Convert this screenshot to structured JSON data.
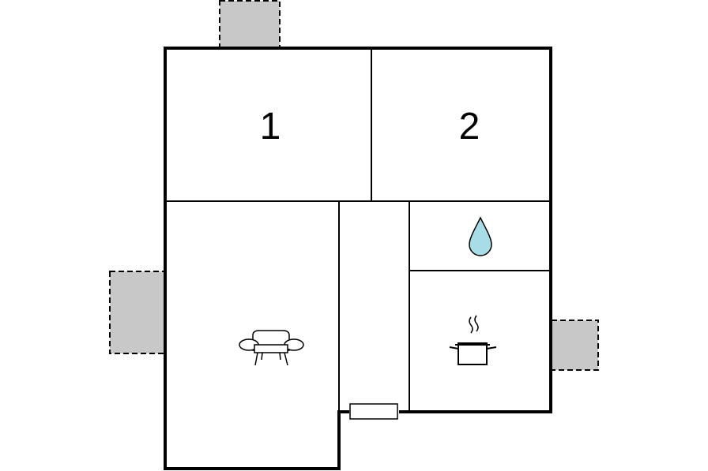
{
  "floorplan": {
    "rooms": [
      {
        "id": "bedroom-1",
        "label": "1"
      },
      {
        "id": "bedroom-2",
        "label": "2"
      },
      {
        "id": "bathroom",
        "icon": "water-drop-icon"
      },
      {
        "id": "kitchen",
        "icon": "cooking-pot-icon"
      },
      {
        "id": "living-room",
        "icon": "sofa-icon"
      },
      {
        "id": "hallway"
      }
    ],
    "terraces": 3,
    "entrance": "door-icon",
    "colors": {
      "wall": "#000000",
      "terrace_fill": "#c8c8c8",
      "water": "#a8dde8",
      "background": "#ffffff"
    }
  }
}
